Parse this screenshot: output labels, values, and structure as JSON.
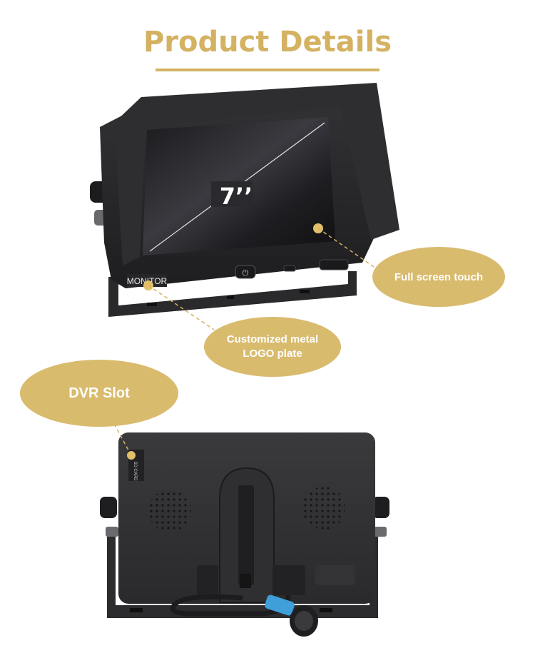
{
  "header": {
    "title": "Product Details"
  },
  "monitor_front": {
    "size_label": "7’’",
    "logo_plate_text": "MONITOR"
  },
  "monitor_back": {
    "card_label": "SD CARD"
  },
  "callouts": {
    "full_screen_touch": "Full screen touch",
    "logo_plate_line1": "Customized metal",
    "logo_plate_line2": "LOGO plate",
    "dvr_slot": "DVR Slot"
  },
  "colors": {
    "accent": "#d4b262",
    "bubble": "#d9bb6e",
    "device": "#2b2b2d",
    "connector": "#3f9fd8"
  }
}
